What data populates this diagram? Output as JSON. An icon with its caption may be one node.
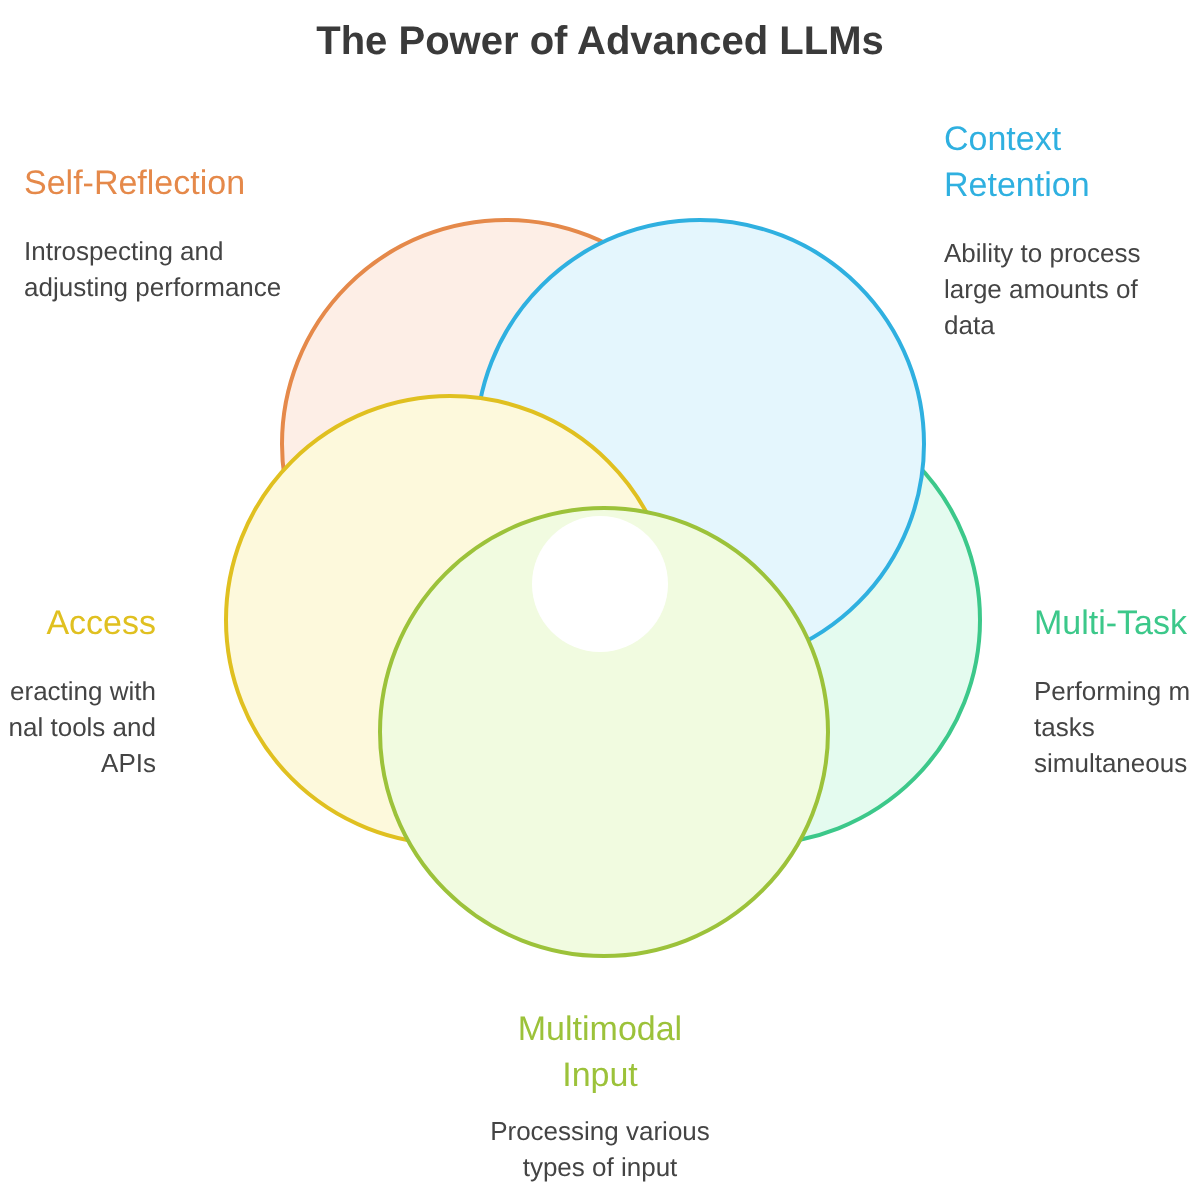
{
  "diagram": {
    "title": "The Power of Advanced LLMs",
    "nodes": [
      {
        "text": [
          "Self-Reflection",
          "Introspecting and adjusting performance"
        ]
      },
      {
        "text": [
          "Context Retention",
          "Ability to process large amounts of data"
        ]
      },
      {
        "text": [
          "Multi-Task",
          "Performing m tasks simultaneous"
        ]
      },
      {
        "text": [
          "Multimodal Input",
          "Processing various types of input"
        ]
      },
      {
        "text": [
          "Access",
          "eracting with nal tools and APIs"
        ]
      }
    ]
  }
}
